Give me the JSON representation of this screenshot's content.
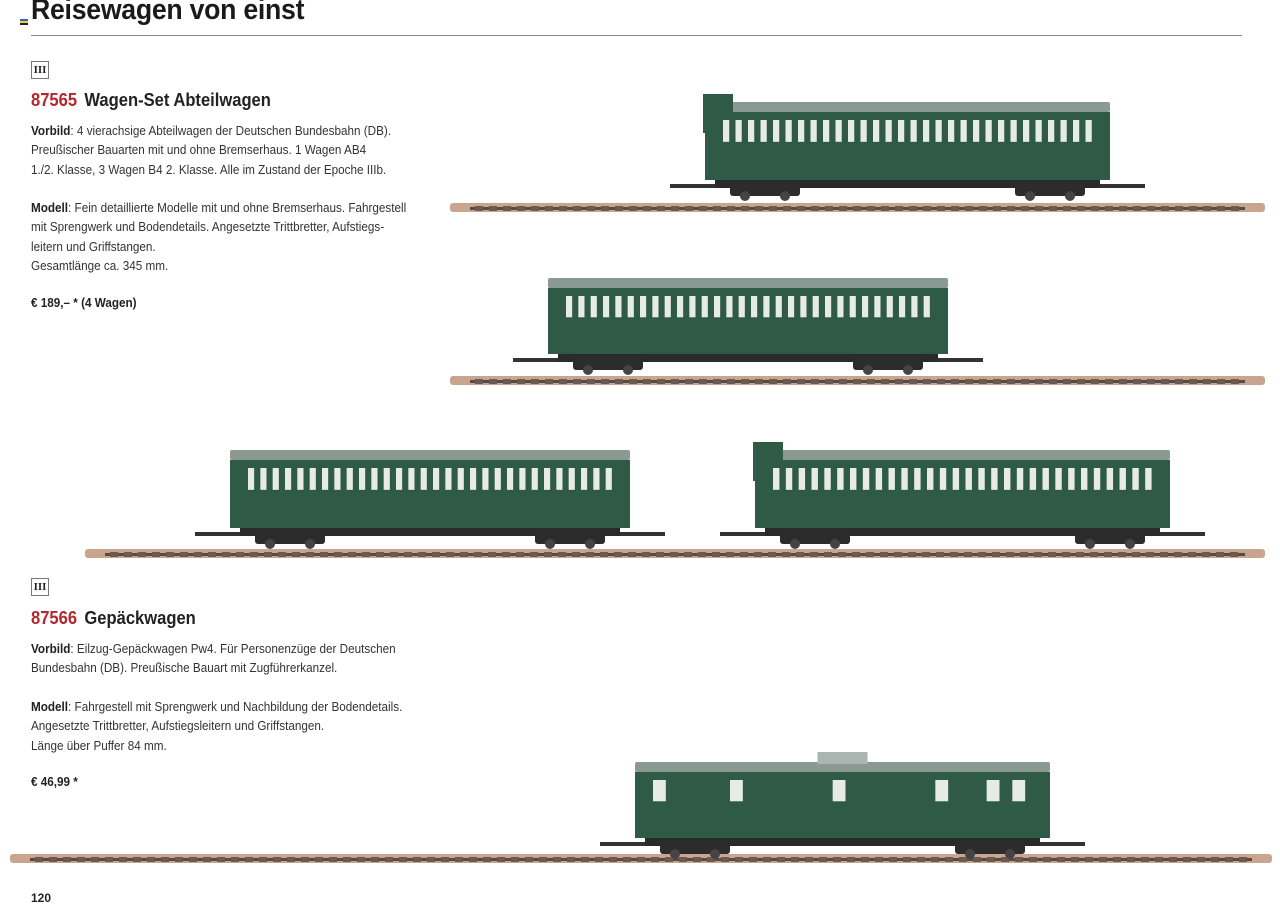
{
  "page": {
    "title": "Reisewagen von einst",
    "page_number": "120"
  },
  "products": [
    {
      "epoch": "III",
      "number": "87565",
      "name": "Wagen-Set Abteilwagen",
      "vorbild_label": "Vorbild",
      "vorbild_lines": [
        ": 4 vierachsige Abteilwagen der Deutschen Bundesbahn (DB).",
        "Preußischer Bauarten mit und ohne Bremserhaus. 1 Wagen AB4",
        "1./2. Klasse, 3 Wagen B4 2. Klasse. Alle im Zustand der Epoche IIIb."
      ],
      "modell_label": "Modell",
      "modell_lines": [
        ": Fein detaillierte Modelle mit und ohne Bremserhaus. Fahrgestell",
        "mit Sprengwerk und Bodendetails. Angesetzte Trittbretter, Aufstiegs-",
        "leitern und Griffstangen.",
        "Gesamtlänge ca. 345 mm."
      ],
      "price": "€ 189,– * (4 Wagen)"
    },
    {
      "epoch": "III",
      "number": "87566",
      "name": "Gepäckwagen",
      "vorbild_label": "Vorbild",
      "vorbild_lines": [
        ": Eilzug-Gepäckwagen Pw4. Für Personenzüge der Deutschen",
        "Bundesbahn (DB). Preußische Bauart mit Zugführerkanzel."
      ],
      "modell_label": "Modell",
      "modell_lines": [
        ": Fahrgestell mit Sprengwerk und Nachbildung der Bodendetails.",
        "Angesetzte Trittbretter, Aufstiegsleitern und Griffstangen.",
        "Länge über Puffer 84 mm."
      ],
      "price": "€ 46,99 *"
    }
  ],
  "colors": {
    "accent_number": "#b5262f",
    "wagon_green": "#2f5a45",
    "roof_grey": "#8a9a92",
    "track_ballast": "#c9a48e"
  }
}
